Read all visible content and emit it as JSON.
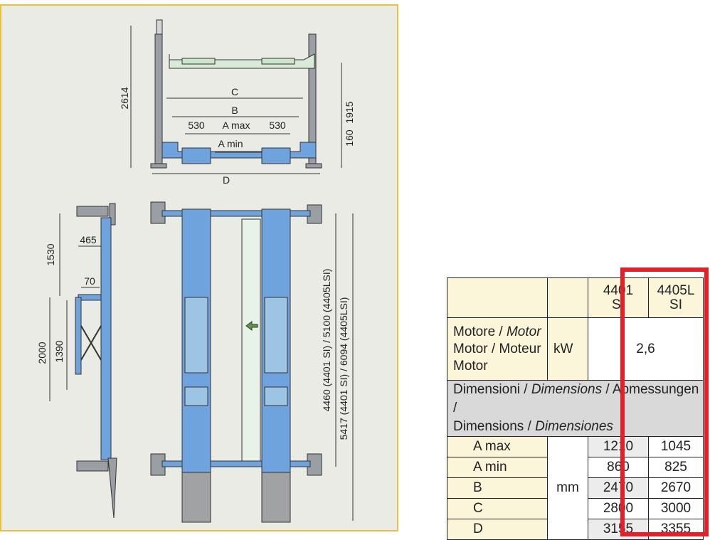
{
  "drawing": {
    "front_view": {
      "height_total": "2614",
      "height_upper": "1915",
      "height_lower": "160",
      "label_c": "C",
      "label_b": "B",
      "label_d": "D",
      "left_pad": "530",
      "right_pad": "530",
      "a_max": "A max",
      "a_min": "A min"
    },
    "side_view": {
      "top_height": "1530",
      "arm_offset": "465",
      "small_offset": "70",
      "total_height": "2000",
      "mid_height": "1390"
    },
    "top_view": {
      "length_a": "4460 (4401 SI) / 5100 (4405LSI)",
      "length_b": "5417 (4401 SI) / 6094 (4405LSI)"
    }
  },
  "table": {
    "header": {
      "model_1": "4401\nSI",
      "model_2": "4405L\nSI"
    },
    "motor": {
      "label_1": "Motore / ",
      "label_1_it": "Motor",
      "label_2": "Motor / Moteur",
      "label_3": "Motor",
      "unit": "kW",
      "value": "2,6"
    },
    "dimensions_header": {
      "p1": "Dimensioni / ",
      "p1_it": "Dimensions",
      "p2": " / Abmessungen /",
      "p3": "Dimensions / ",
      "p3_it": "Dimensiones"
    },
    "unit_mm": "mm",
    "rows": [
      {
        "label": "A max",
        "v1": "1210",
        "v2": "1045"
      },
      {
        "label": "A min",
        "v1": "860",
        "v2": "825"
      },
      {
        "label": "B",
        "v1": "2470",
        "v2": "2670"
      },
      {
        "label": "C",
        "v1": "2800",
        "v2": "3000"
      },
      {
        "label": "D",
        "v1": "3155",
        "v2": "3355"
      }
    ]
  },
  "colors": {
    "blue": "#6fa3dd",
    "highlight": "#e3202a",
    "frame": "#e8c23a"
  }
}
